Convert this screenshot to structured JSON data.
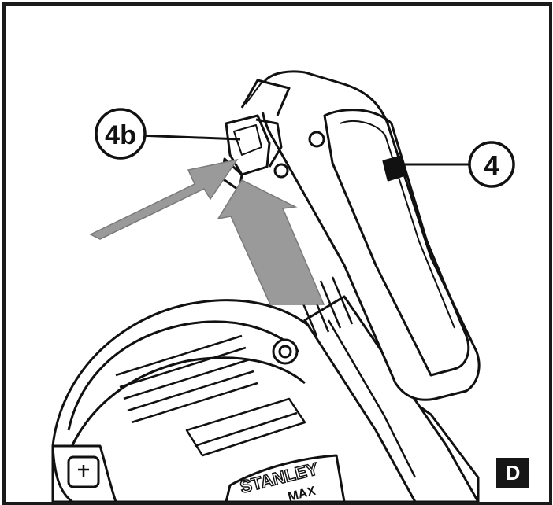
{
  "figure": {
    "panel_label": "D",
    "callouts": {
      "latch_release": "4b",
      "battery_pack": "4"
    },
    "brand": {
      "line1": "STANLEY",
      "line2": "MAX"
    },
    "colors": {
      "outline": "#111111",
      "arrow_fill": "#9a9a9a",
      "panel_badge": "#161616"
    }
  }
}
